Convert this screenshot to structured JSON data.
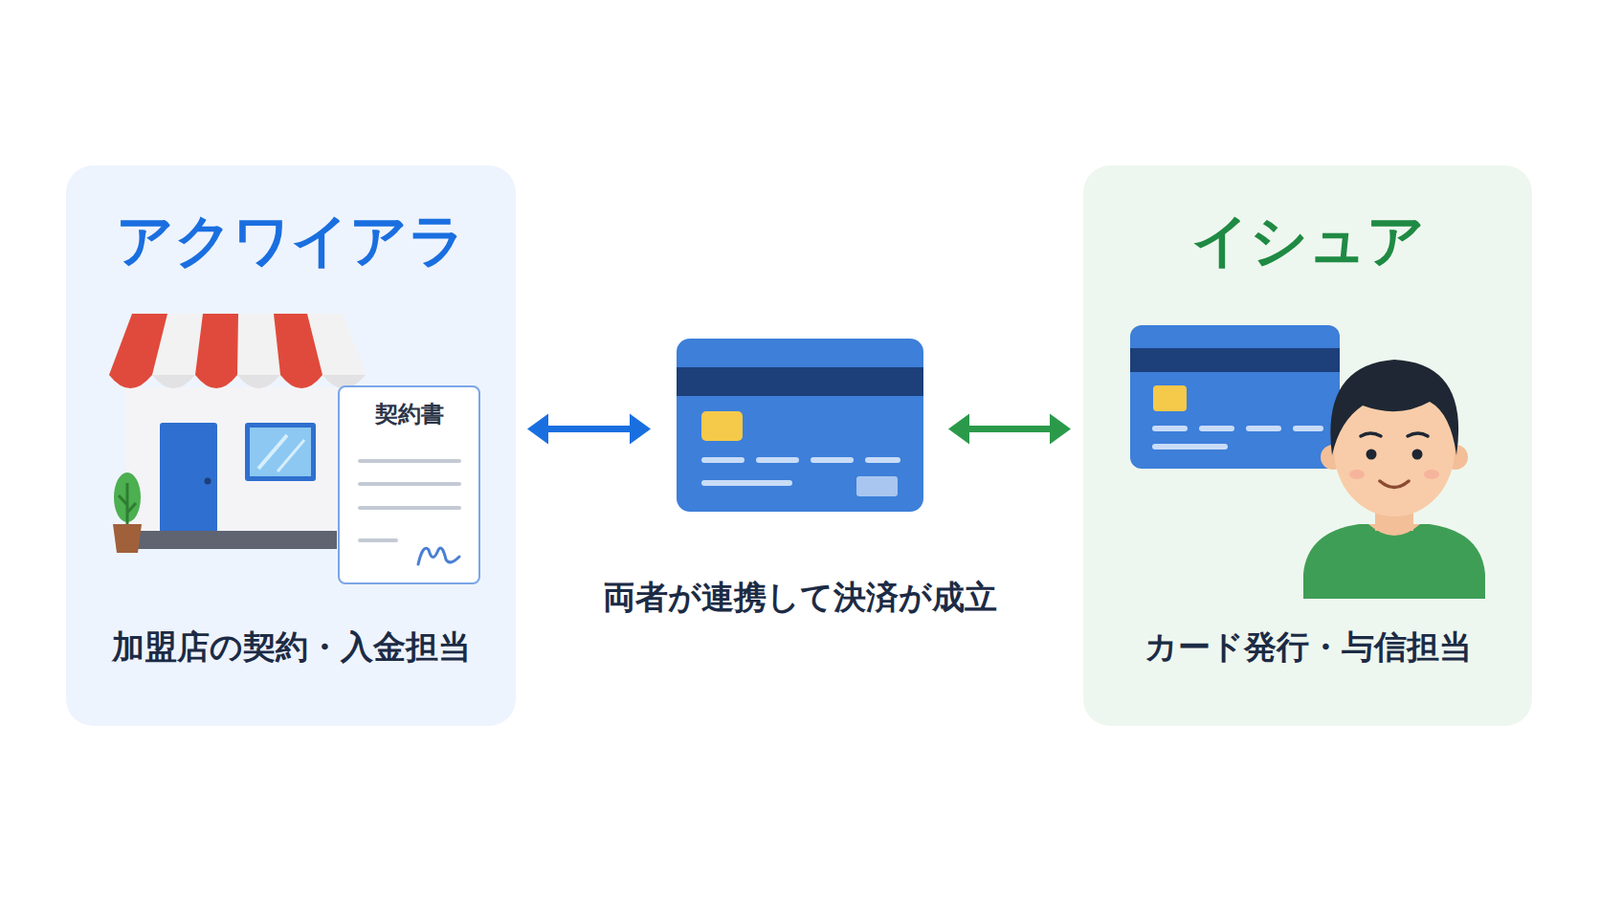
{
  "diagram": {
    "nodes": [
      {
        "text": [
          "アクワイアラ",
          "加盟店の契約・入金担当"
        ]
      },
      {
        "text": [
          "契約書"
        ],
        "in": 0
      },
      {
        "text": [
          "両者が連携して決済が成立"
        ]
      },
      {
        "text": [
          "イシュア",
          "カード発行・与信担当"
        ]
      }
    ],
    "edges": [
      {
        "from": 0,
        "to": 2,
        "arrow": "both"
      },
      {
        "from": 2,
        "to": 3,
        "arrow": "both"
      }
    ]
  }
}
